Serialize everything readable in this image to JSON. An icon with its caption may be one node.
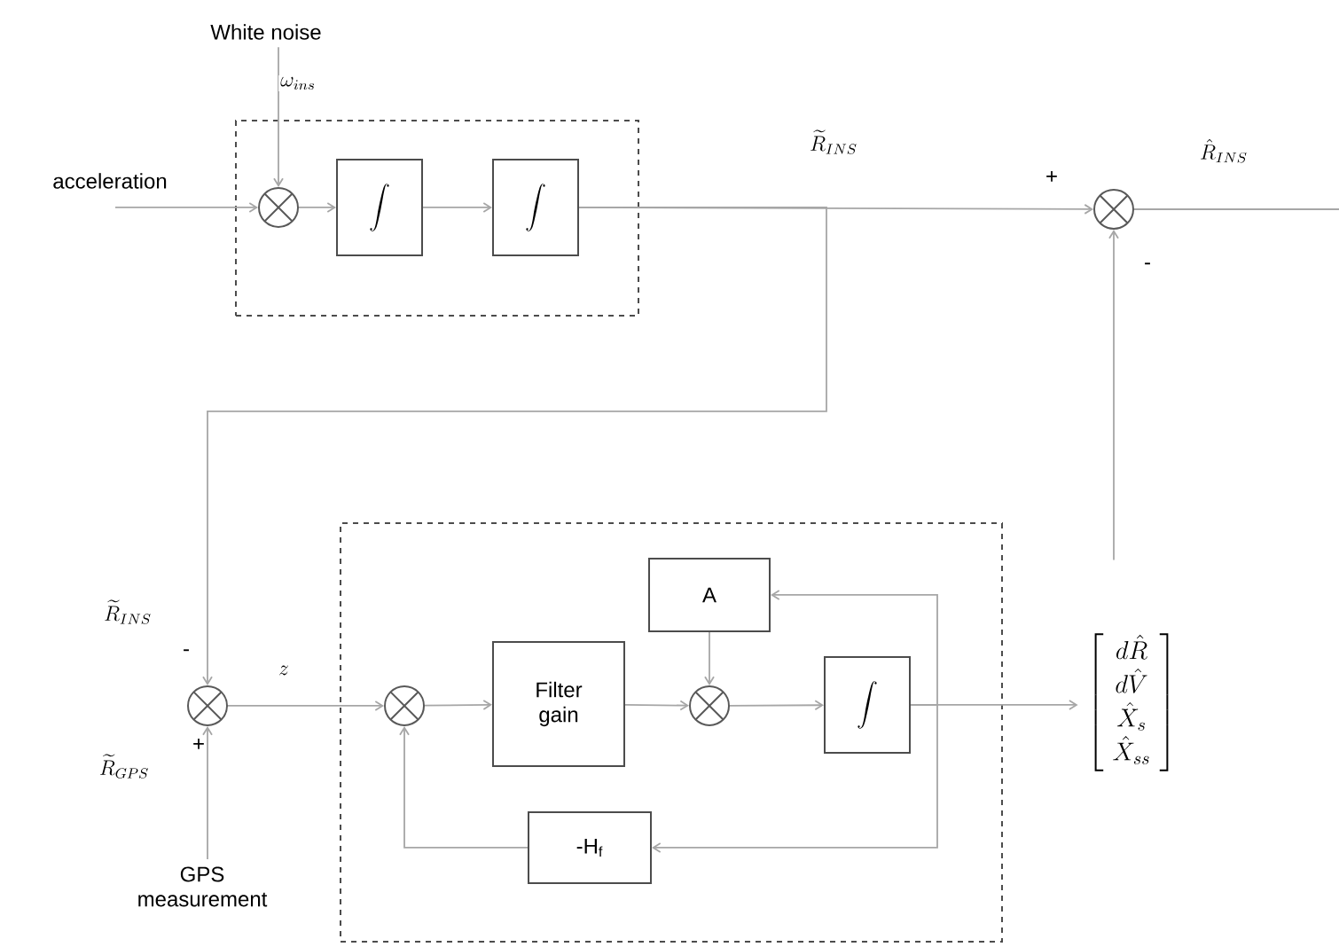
{
  "diagram": {
    "nodes": [
      {
        "text": [
          "White noise"
        ]
      },
      {
        "text": [],
        "shape": "box"
      },
      {
        "text": [],
        "shape": "circle",
        "in": 1
      },
      {
        "text": [
          "\\int"
        ],
        "in": 1
      },
      {
        "text": [
          "\\int"
        ],
        "in": 1
      },
      {
        "text": [],
        "shape": "circle"
      },
      {
        "text": [],
        "shape": "box"
      },
      {
        "text": [],
        "shape": "circle"
      },
      {
        "text": [],
        "shape": "circle",
        "in": 6
      },
      {
        "text": [
          "A"
        ],
        "in": 6
      },
      {
        "text": [
          "Filter gain"
        ],
        "in": 6
      },
      {
        "text": [],
        "shape": "circle",
        "in": 6
      },
      {
        "text": [
          "\\int"
        ],
        "in": 6
      },
      {
        "text": [
          "-H$_{f}$"
        ],
        "in": 6
      },
      {
        "text": [
          "\\left[\\begin{array}{c} d\\hat{R}\\\\ d\\hat{V}\\\\ \\hat{X}_{s}\\\\ \\hat{X}_{ss}\\end{array}\\right]"
        ]
      },
      {
        "text": [
          "GPS measurement"
        ]
      }
    ],
    "edges": [
      {
        "from": null,
        "to": 2,
        "arrow": "to",
        "label": "acceleration"
      },
      {
        "from": 0,
        "to": 2,
        "arrow": "to",
        "label": "\\omega_{ins}"
      },
      {
        "from": 2,
        "to": 3,
        "arrow": "to"
      },
      {
        "from": 3,
        "to": 4,
        "arrow": "to"
      },
      {
        "from": 4,
        "to": 5,
        "arrow": "to",
        "label": "\\widetilde{R}_{INS}"
      },
      {
        "from": 4,
        "to": 7,
        "arrow": "to",
        "label": "\\widetilde{R}_{INS}"
      },
      {
        "from": 15,
        "to": 7,
        "arrow": "to",
        "label": "\\widetilde{R}_{GPS}"
      },
      {
        "from": 7,
        "to": 8,
        "arrow": "to",
        "label": "z"
      },
      {
        "from": 8,
        "to": 10,
        "arrow": "to"
      },
      {
        "from": 10,
        "to": 11,
        "arrow": "to"
      },
      {
        "from": 9,
        "to": 11,
        "arrow": "to"
      },
      {
        "from": 11,
        "to": 12,
        "arrow": "to"
      },
      {
        "from": 12,
        "to": 14,
        "arrow": "to"
      },
      {
        "from": 12,
        "to": 9,
        "arrow": "to"
      },
      {
        "from": 12,
        "to": 13,
        "arrow": "to"
      },
      {
        "from": 13,
        "to": 8,
        "arrow": "to"
      },
      {
        "from": 14,
        "to": 5,
        "arrow": "to"
      },
      {
        "from": 5,
        "to": null,
        "arrow": "none",
        "label": "\\hat{R}_{INS}"
      }
    ],
    "labels": [
      "+",
      "-",
      "-",
      "+"
    ]
  }
}
